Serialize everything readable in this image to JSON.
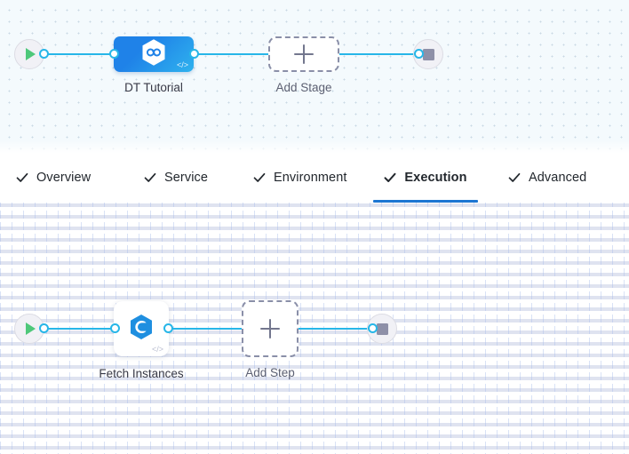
{
  "stage_graph": {
    "start_node": {
      "icon": "play-icon",
      "name": "pipeline-start"
    },
    "end_node": {
      "icon": "stop-icon",
      "name": "pipeline-end"
    },
    "stage": {
      "label": "DT Tutorial",
      "icon": "hexagon-infinity-icon",
      "code_glyph": "</>",
      "color": "#1f82e8"
    },
    "add_stage": {
      "label": "Add Stage",
      "icon": "plus-icon"
    }
  },
  "tabs": {
    "items": [
      {
        "label": "Overview",
        "icon": "check-icon",
        "active": false
      },
      {
        "label": "Service",
        "icon": "check-icon",
        "active": false
      },
      {
        "label": "Environment",
        "icon": "check-icon",
        "active": false
      },
      {
        "label": "Execution",
        "icon": "check-icon",
        "active": true
      },
      {
        "label": "Advanced",
        "icon": "check-icon",
        "active": false
      }
    ],
    "active_color": "#1d76d2"
  },
  "step_graph": {
    "start_node": {
      "icon": "play-icon",
      "name": "execution-start"
    },
    "end_node": {
      "icon": "stop-icon",
      "name": "execution-end"
    },
    "step": {
      "label": "Fetch Instances",
      "icon": "hexagon-swirl-icon",
      "code_glyph": "</>"
    },
    "add_step": {
      "label": "Add Step",
      "icon": "plus-icon"
    }
  },
  "colors": {
    "edge": "#27b6e8",
    "canvas_top": "#f4fafd",
    "canvas_bottom": "#ffffff",
    "play": "#4ec87a",
    "stop": "#8e90a8"
  }
}
